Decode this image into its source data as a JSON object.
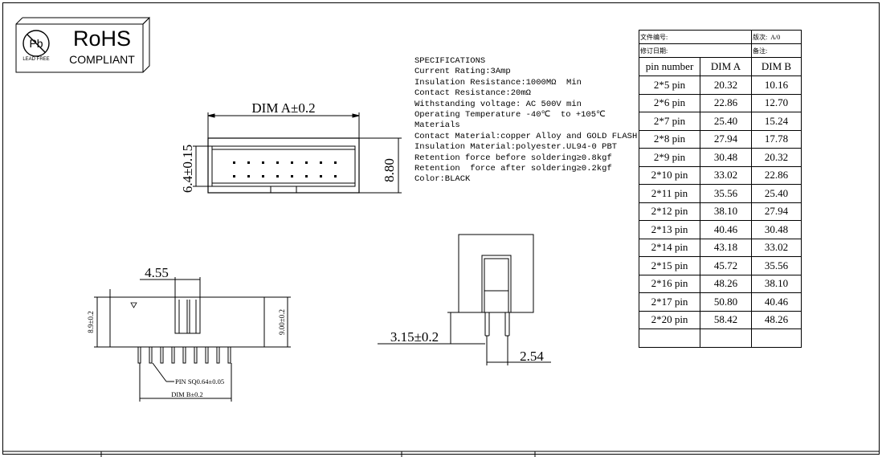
{
  "rohs": {
    "title": "RoHS",
    "subtitle": "COMPLIANT",
    "seal_letter": "Pb",
    "seal_text": "LEAD FREE"
  },
  "specs": {
    "heading": "SPECIFICATIONS",
    "lines": [
      "Current Rating:3Amp",
      "Insulation Resistance:1000MΩ  Min",
      "Contact Resistance:20mΩ",
      "Withstanding voltage: AC 500V min",
      "Operating Temperature -40℃  to +105℃",
      "Materials",
      "Contact Material:copper Alloy and GOLD FLASH",
      "Insulation Material:polyester.UL94-0 PBT",
      "Retention force before soldering≥0.8kgf",
      "Retention  force after soldering≥0.2kgf",
      "Color:BLACK"
    ]
  },
  "top_view": {
    "dim_a": "DIM A±0.2",
    "dim_height": "6.4±0.15",
    "dim_width": "8.80"
  },
  "front_view": {
    "dim_pitch_offset": "4.55",
    "dim_height_left": "8.9±0.2",
    "dim_height_right": "9.00±0.2",
    "pin_note": "PIN SQ0.64±0.05",
    "dim_b": "DIM B±0.2"
  },
  "side_view": {
    "dim_tail": "3.15±0.2",
    "dim_pitch": "2.54"
  },
  "table": {
    "doc_no_label": "文件编号:",
    "rev_label": "版次:",
    "rev_value": "A/0",
    "revise_date_label": "修订日期:",
    "remark_label": "备注:",
    "headers": [
      "pin number",
      "DIM A",
      "DIM B"
    ],
    "rows": [
      [
        "2*5 pin",
        "20.32",
        "10.16"
      ],
      [
        "2*6 pin",
        "22.86",
        "12.70"
      ],
      [
        "2*7 pin",
        "25.40",
        "15.24"
      ],
      [
        "2*8 pin",
        "27.94",
        "17.78"
      ],
      [
        "2*9 pin",
        "30.48",
        "20.32"
      ],
      [
        "2*10 pin",
        "33.02",
        "22.86"
      ],
      [
        "2*11 pin",
        "35.56",
        "25.40"
      ],
      [
        "2*12 pin",
        "38.10",
        "27.94"
      ],
      [
        "2*13 pin",
        "40.46",
        "30.48"
      ],
      [
        "2*14 pin",
        "43.18",
        "33.02"
      ],
      [
        "2*15 pin",
        "45.72",
        "35.56"
      ],
      [
        "2*16 pin",
        "48.26",
        "38.10"
      ],
      [
        "2*17 pin",
        "50.80",
        "40.46"
      ],
      [
        "2*20 pin",
        "58.42",
        "48.26"
      ]
    ]
  }
}
